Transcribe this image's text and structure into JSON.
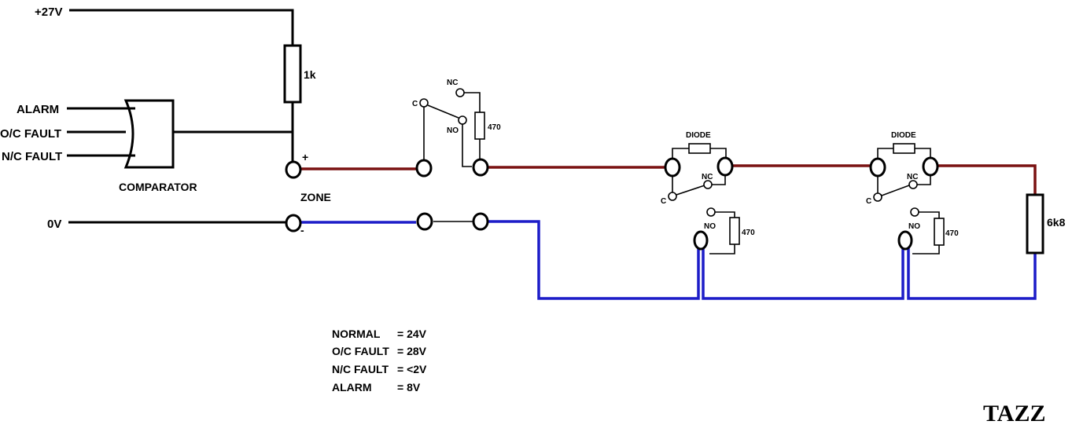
{
  "labels": {
    "supply": "+27V",
    "ground": "0V",
    "in_alarm": "ALARM",
    "in_oc": "O/C FAULT",
    "in_nc": "N/C FAULT",
    "comparator": "COMPARATOR",
    "r_supply": "1k",
    "zone": "ZONE",
    "plus": "+",
    "minus": "-",
    "eol": "6k8",
    "author": "TAZZ"
  },
  "switch1": {
    "nc": "NC",
    "c": "C",
    "no": "NO",
    "r": "470"
  },
  "device1": {
    "diode": "DIODE",
    "nc": "NC",
    "c": "C",
    "no": "NO",
    "r": "470"
  },
  "device2": {
    "diode": "DIODE",
    "nc": "NC",
    "c": "C",
    "no": "NO",
    "r": "470"
  },
  "legend": [
    {
      "label": "NORMAL",
      "value": "= 24V"
    },
    {
      "label": "O/C FAULT",
      "value": "= 28V"
    },
    {
      "label": "N/C FAULT",
      "value": "= <2V"
    },
    {
      "label": "ALARM",
      "value": "= 8V"
    }
  ]
}
